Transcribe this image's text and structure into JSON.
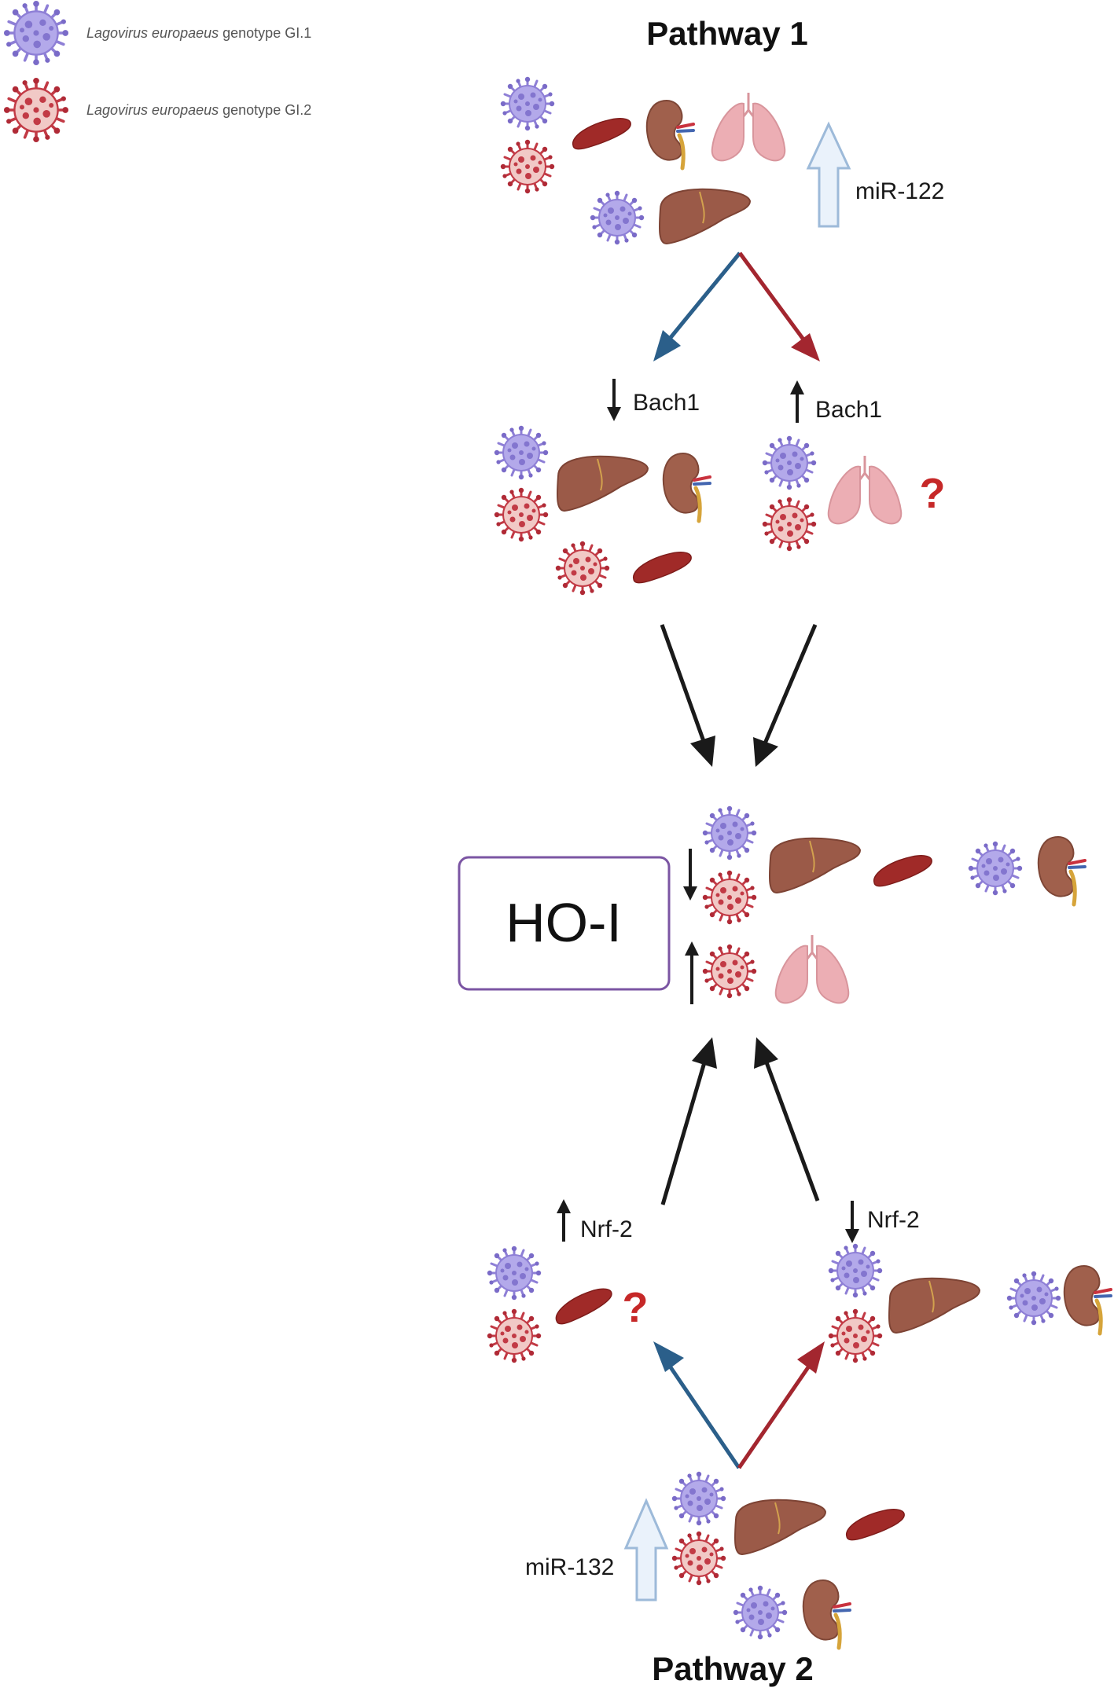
{
  "legend": {
    "gi1": {
      "species": "Lagovirus europaeus",
      "genotype": "genotype GI.1"
    },
    "gi2": {
      "species": "Lagovirus europaeus",
      "genotype": "genotype GI.2"
    }
  },
  "titles": {
    "pathway1": "Pathway 1",
    "pathway2": "Pathway 2"
  },
  "labels": {
    "mir122": "miR-122",
    "bach1_down": "Bach1",
    "bach1_up": "Bach1",
    "ho1": "HO-I",
    "nrf2_up": "Nrf-2",
    "nrf2_down": "Nrf-2",
    "mir132": "miR-132",
    "question": "?"
  },
  "colors": {
    "gi1_virus": "#8e7fd6",
    "gi2_virus": "#c23a45",
    "arrow_blue": "#2b5f8a",
    "arrow_red": "#a3262f",
    "arrow_black": "#1a1a1a",
    "mir_arrow_fill": "#eaf2fb",
    "mir_arrow_stroke": "#9dbad9",
    "ho_box_border": "#7b55a3",
    "liver": "#9b5a48",
    "spleen": "#a02a28",
    "kidney": "#a0604c",
    "lung": "#ecaeb4"
  },
  "icons": [
    "virus-gi1-icon",
    "virus-gi2-icon",
    "liver-icon",
    "spleen-icon",
    "kidney-icon",
    "lung-icon"
  ]
}
